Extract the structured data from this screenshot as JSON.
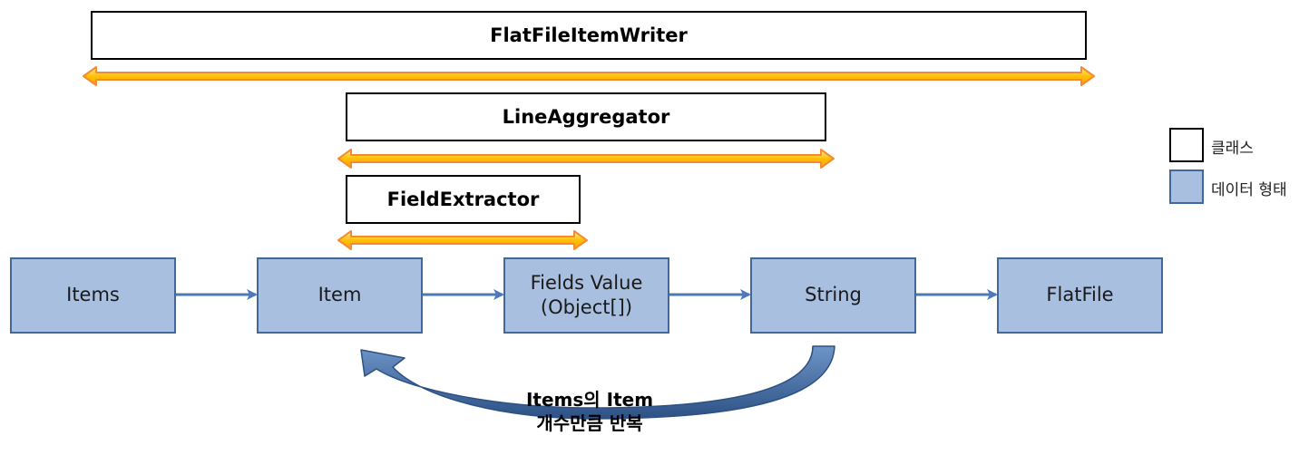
{
  "classes": {
    "flat_file_item_writer": "FlatFileItemWriter",
    "line_aggregator": "LineAggregator",
    "field_extractor": "FieldExtractor"
  },
  "data_types": {
    "items": "Items",
    "item": "Item",
    "fields_value_line1": "Fields Value",
    "fields_value_line2": "(Object[])",
    "string": "String",
    "flat_file": "FlatFile"
  },
  "loop": {
    "line1": "Items의 Item",
    "line2": "개수만큼 반복"
  },
  "legend": {
    "class_label": "클래스",
    "data_type_label": "데이터 형태"
  },
  "colors": {
    "data_fill": "#a9bfdf",
    "data_border": "#41689a",
    "flow_arrow": "#4a7ab8",
    "scope_arrow_fill": "#ffc000",
    "scope_arrow_border": "#f58a2e",
    "loop_arrow_fill": "#4f78ac",
    "loop_arrow_dark": "#2d5184"
  }
}
